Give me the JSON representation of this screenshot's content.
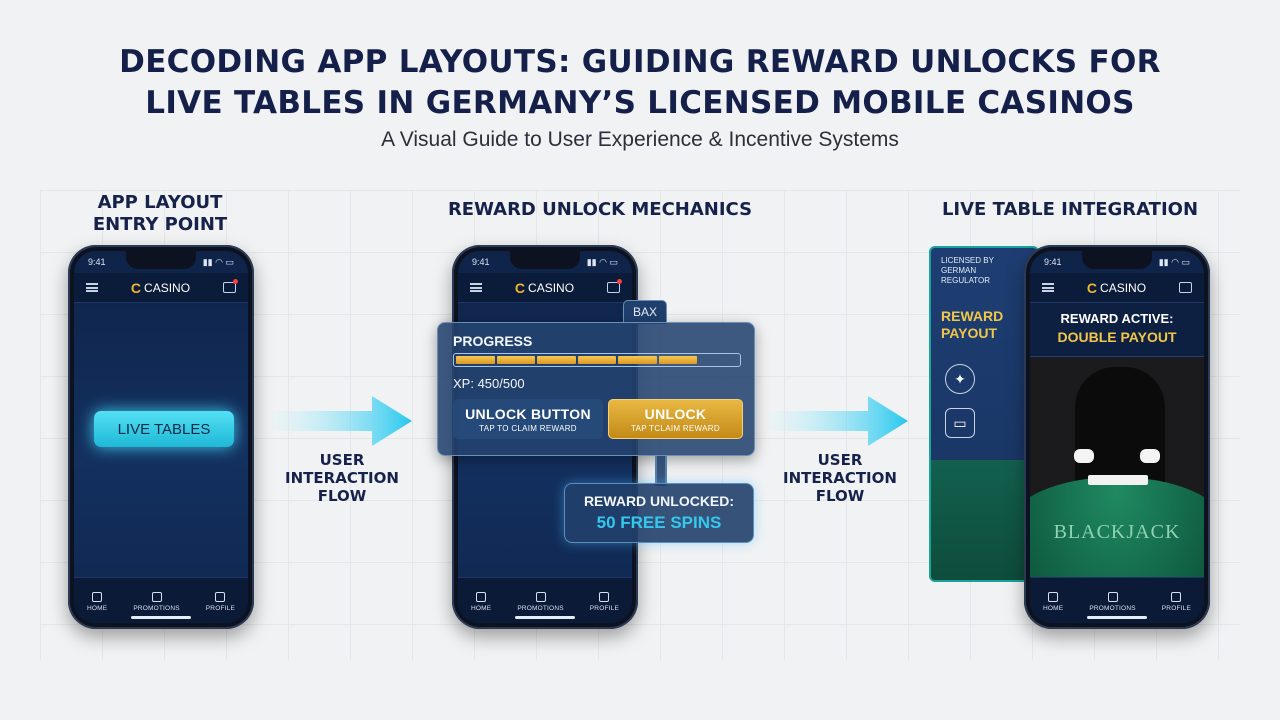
{
  "header": {
    "title_line1": "DECODING APP LAYOUTS: GUIDING REWARD UNLOCKS FOR",
    "title_line2": "LIVE TABLES IN GERMANY’S LICENSED MOBILE CASINOS",
    "subtitle": "A Visual Guide to User Experience & Incentive Systems"
  },
  "sections": {
    "left_line1": "APP LAYOUT",
    "left_line2": "ENTRY POINT",
    "middle": "REWARD UNLOCK MECHANICS",
    "right": "LIVE TABLE INTEGRATION"
  },
  "phone": {
    "time": "9:41",
    "brand": "CASINO",
    "nav": [
      "HOME",
      "PROMOTIONS",
      "PROFILE"
    ]
  },
  "left_phone": {
    "live_button": "LIVE TABLES"
  },
  "flow": {
    "line1": "USER",
    "line2": "INTERACTION",
    "line3": "FLOW"
  },
  "progress_panel": {
    "tab": "BAX",
    "title": "PROGRESS",
    "xp": "XP: 450/500",
    "progress_fraction": 0.9,
    "button1_main": "UNLOCK BUTTON",
    "button1_sub": "TAP TO CLAIM REWARD",
    "button2_main": "UNLOCK",
    "button2_sub": "TAP TCLAIM REWARD"
  },
  "unlocked_panel": {
    "line1": "REWARD UNLOCKED:",
    "line2": "50 FREE SPINS"
  },
  "side_panel": {
    "lic1": "LICENSED BY",
    "lic2": "GERMAN",
    "lic3": "REGULATOR",
    "reward1": "REWARD",
    "reward2": "PAYOUT"
  },
  "right_phone": {
    "banner_line1": "REWARD ACTIVE:",
    "banner_line2": "DOUBLE PAYOUT",
    "felt_text": "BLACKJACK"
  },
  "colors": {
    "accent_cyan": "#35c8ee",
    "gold": "#f2c64a",
    "navy": "#14204a"
  }
}
